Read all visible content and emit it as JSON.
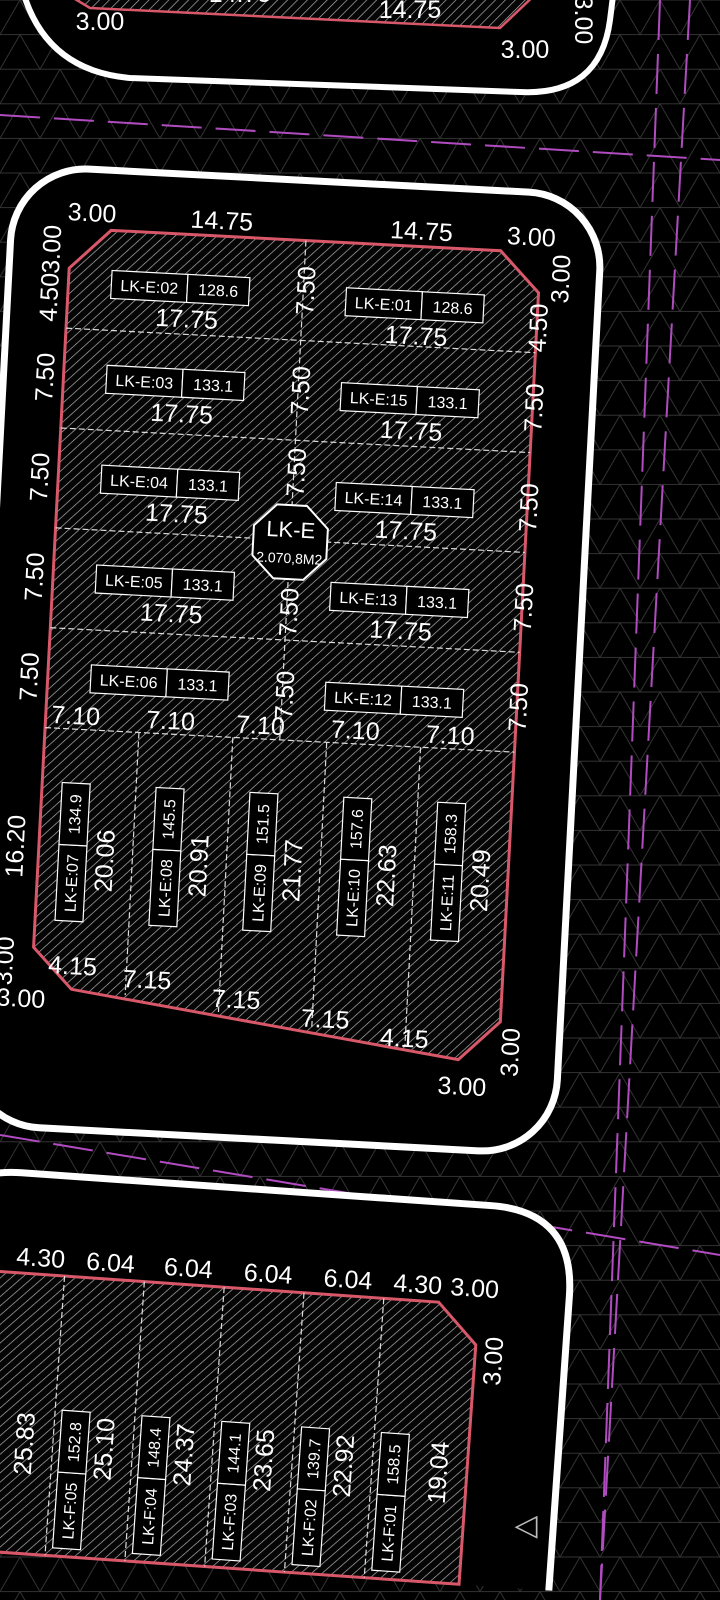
{
  "colors": {
    "background": "#000000",
    "grid": "#3a3a3a",
    "road_center": "#b04cc0",
    "boundary": "#d8586a",
    "outline": "#ffffff",
    "hatch": "#b8b8b8"
  },
  "top_block": {
    "dims": [
      "14.75",
      "3.00",
      "14.75",
      "3.00",
      "3.00"
    ]
  },
  "block_e": {
    "name": "LK-E",
    "area": "2.070,8M2",
    "lots": [
      {
        "id": "LK-E:02",
        "area": "128.6"
      },
      {
        "id": "LK-E:01",
        "area": "128.6"
      },
      {
        "id": "LK-E:03",
        "area": "133.1"
      },
      {
        "id": "LK-E:15",
        "area": "133.1"
      },
      {
        "id": "LK-E:04",
        "area": "133.1"
      },
      {
        "id": "LK-E:14",
        "area": "133.1"
      },
      {
        "id": "LK-E:05",
        "area": "133.1"
      },
      {
        "id": "LK-E:13",
        "area": "133.1"
      },
      {
        "id": "LK-E:06",
        "area": "133.1"
      },
      {
        "id": "LK-E:12",
        "area": "133.1"
      },
      {
        "id": "LK-E:07",
        "area": "134.9"
      },
      {
        "id": "LK-E:08",
        "area": "145.5"
      },
      {
        "id": "LK-E:09",
        "area": "151.5"
      },
      {
        "id": "LK-E:10",
        "area": "157.6"
      },
      {
        "id": "LK-E:11",
        "area": "158.3"
      }
    ],
    "top_dims": [
      "3.00",
      "14.75",
      "14.75",
      "3.00"
    ],
    "left_dims": [
      "3.00",
      "4.50",
      "7.50",
      "7.50",
      "7.50",
      "7.50",
      "16.20",
      "3.00"
    ],
    "right_dims": [
      "3.00",
      "4.50",
      "7.50",
      "7.50",
      "7.50",
      "7.50",
      "3.00"
    ],
    "middle_dims": [
      "7.50",
      "7.50",
      "7.50",
      "7.50",
      "7.50"
    ],
    "row_widths": [
      "17.75",
      "17.75",
      "17.75",
      "17.75",
      "17.75",
      "17.75",
      "17.75",
      "17.75"
    ],
    "split_widths": [
      "7.10",
      "7.10",
      "7.10",
      "7.10",
      "7.10"
    ],
    "lot_depths": [
      "20.06",
      "20.91",
      "21.77",
      "22.63",
      "20.49"
    ],
    "bottom_dims": [
      "3.00",
      "4.15",
      "7.15",
      "7.15",
      "7.15",
      "4.15",
      "3.00"
    ]
  },
  "block_f": {
    "lots": [
      {
        "id": "LK-F:05",
        "area": "152.8"
      },
      {
        "id": "LK-F:04",
        "area": "148.4"
      },
      {
        "id": "LK-F:03",
        "area": "144.1"
      },
      {
        "id": "LK-F:02",
        "area": "139.7"
      },
      {
        "id": "LK-F:01",
        "area": "158.5"
      }
    ],
    "top_dims": [
      "4.30",
      "6.04",
      "6.04",
      "6.04",
      "6.04",
      "4.30",
      "3.00"
    ],
    "right_dim": "3.00",
    "lot_depths": [
      "25.83",
      "25.10",
      "24.37",
      "23.65",
      "22.92",
      "19.04"
    ]
  },
  "nav": {
    "back_icon": "◁"
  }
}
